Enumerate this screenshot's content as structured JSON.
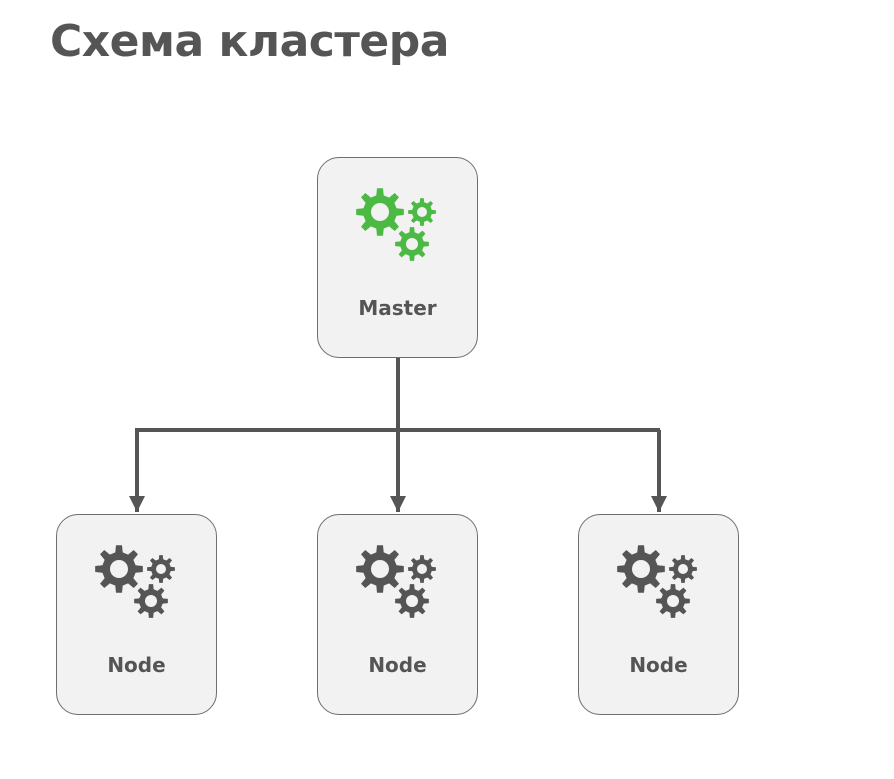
{
  "title": "Схема кластера",
  "colors": {
    "master_gears": "#4cb944",
    "node_gears": "#555555",
    "box_fill": "#f2f2f2",
    "box_border": "#6e6e6e",
    "connector": "#555555"
  },
  "master": {
    "label": "Master",
    "icon": "gears-icon"
  },
  "nodes": [
    {
      "label": "Node",
      "icon": "gears-icon"
    },
    {
      "label": "Node",
      "icon": "gears-icon"
    },
    {
      "label": "Node",
      "icon": "gears-icon"
    }
  ]
}
